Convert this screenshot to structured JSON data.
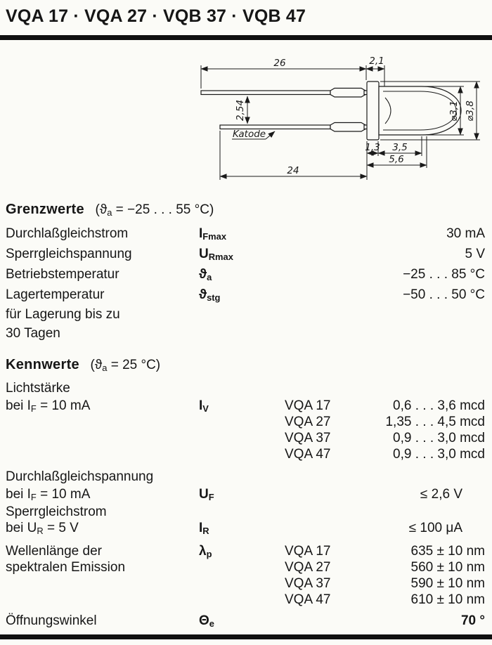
{
  "title": "VQA 17 · VQA 27 · VQB 37 · VQB 47",
  "diagram": {
    "dim_26": "26",
    "dim_21": "2,1",
    "dim_254": "2,54",
    "dia_31": "⌀3,1",
    "dia_38": "⌀3,8",
    "katode": "Katode",
    "dim_13": "1,3",
    "dim_35": "3,5",
    "dim_56": "5,6",
    "dim_24": "24"
  },
  "grenzwerte": {
    "heading": "Grenzwerte",
    "cond_pre": "(ϑ",
    "cond_sub": "a",
    "cond_post": " = −25 . . . 55 °C)",
    "rows": [
      {
        "label": "Durchlaßgleichstrom",
        "sym": "I",
        "sub": "Fmax",
        "value": "30 mA"
      },
      {
        "label": "Sperrgleichspannung",
        "sym": "U",
        "sub": "Rmax",
        "value": "5 V"
      },
      {
        "label": "Betriebstemperatur",
        "sym": "ϑ",
        "sub": "a",
        "value": "−25 . . . 85 °C"
      },
      {
        "label": "Lagertemperatur",
        "label2": "für Lagerung bis zu",
        "label3": "30 Tagen",
        "sym": "ϑ",
        "sub": "stg",
        "value": "−50 . . . 50 °C"
      }
    ]
  },
  "kennwerte": {
    "heading": "Kennwerte",
    "cond_pre": "(ϑ",
    "cond_sub": "a",
    "cond_post": " = 25 °C)",
    "lichtstaerke": {
      "label1": "Lichtstärke",
      "label2_pre": "bei I",
      "label2_sub": "F",
      "label2_post": " = 10 mA",
      "sym": "I",
      "sub": "V",
      "variants": [
        {
          "name": "VQA 17",
          "value": "0,6 . . . 3,6 mcd"
        },
        {
          "name": "VQA 27",
          "value": "1,35 . . . 4,5 mcd"
        },
        {
          "name": "VQA 37",
          "value": "0,9 . . . 3,0 mcd"
        },
        {
          "name": "VQA 47",
          "value": "0,9 . . . 3,0 mcd"
        }
      ]
    },
    "durchlass": {
      "label1": "Durchlaßgleichspannung",
      "label2_pre": "bei I",
      "label2_sub": "F",
      "label2_post": " = 10 mA",
      "sym": "U",
      "sub": "F",
      "value": "≤ 2,6 V"
    },
    "sperr": {
      "label1": "Sperrgleichstrom",
      "label2_pre": "bei U",
      "label2_sub": "R",
      "label2_post": " = 5 V",
      "sym": "I",
      "sub": "R",
      "value": "≤ 100 μA"
    },
    "wellenlaenge": {
      "label1": "Wellenlänge der",
      "label2": "spektralen Emission",
      "sym": "λ",
      "sub": "p",
      "variants": [
        {
          "name": "VQA 17",
          "value": "635 ± 10 nm"
        },
        {
          "name": "VQA 27",
          "value": "560 ± 10 nm"
        },
        {
          "name": "VQA 37",
          "value": "590 ± 10 nm"
        },
        {
          "name": "VQA 47",
          "value": "610 ± 10 nm"
        }
      ]
    },
    "oeffnungswinkel": {
      "label1": "Öffnungswinkel",
      "sym": "Θ",
      "sub": "e",
      "value": "70 °"
    }
  }
}
